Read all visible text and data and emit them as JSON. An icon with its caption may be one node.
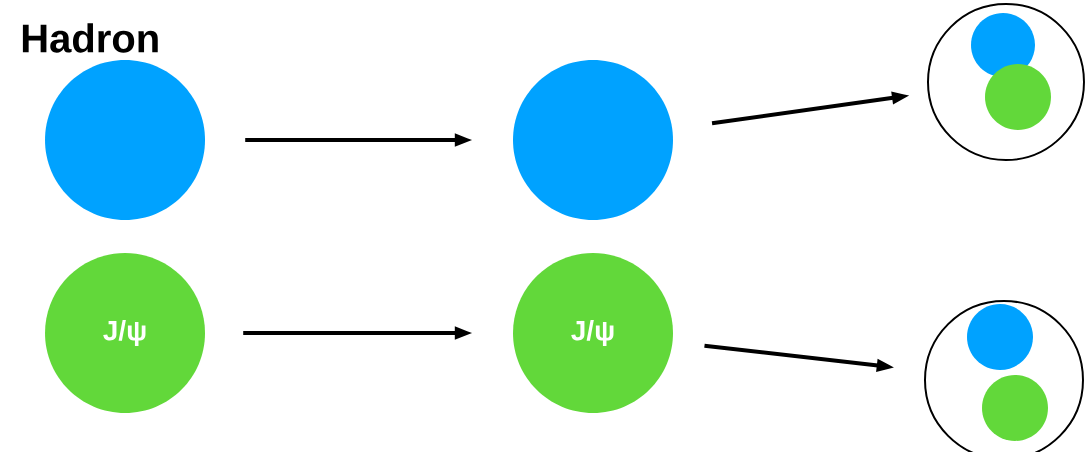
{
  "diagram": {
    "title": "Hadron",
    "nodes": [
      {
        "text": [],
        "shape": "circle"
      },
      {
        "text": [
          "J/ψ"
        ]
      },
      {
        "text": [],
        "shape": "circle"
      },
      {
        "text": [
          "J/ψ"
        ]
      },
      {
        "text": [],
        "shape": "circle"
      },
      {
        "text": [],
        "shape": "circle",
        "in": 4
      },
      {
        "text": [],
        "shape": "circle",
        "in": 4
      },
      {
        "text": [],
        "shape": "circle"
      },
      {
        "text": [],
        "shape": "circle",
        "in": 7
      },
      {
        "text": [],
        "shape": "circle",
        "in": 7
      }
    ],
    "edges": [
      {
        "from": 0,
        "to": 2,
        "arrow": "to"
      },
      {
        "from": 1,
        "to": 3,
        "arrow": "to"
      },
      {
        "from": 2,
        "to": 4,
        "arrow": "to"
      },
      {
        "from": 3,
        "to": 7,
        "arrow": "to"
      }
    ]
  }
}
